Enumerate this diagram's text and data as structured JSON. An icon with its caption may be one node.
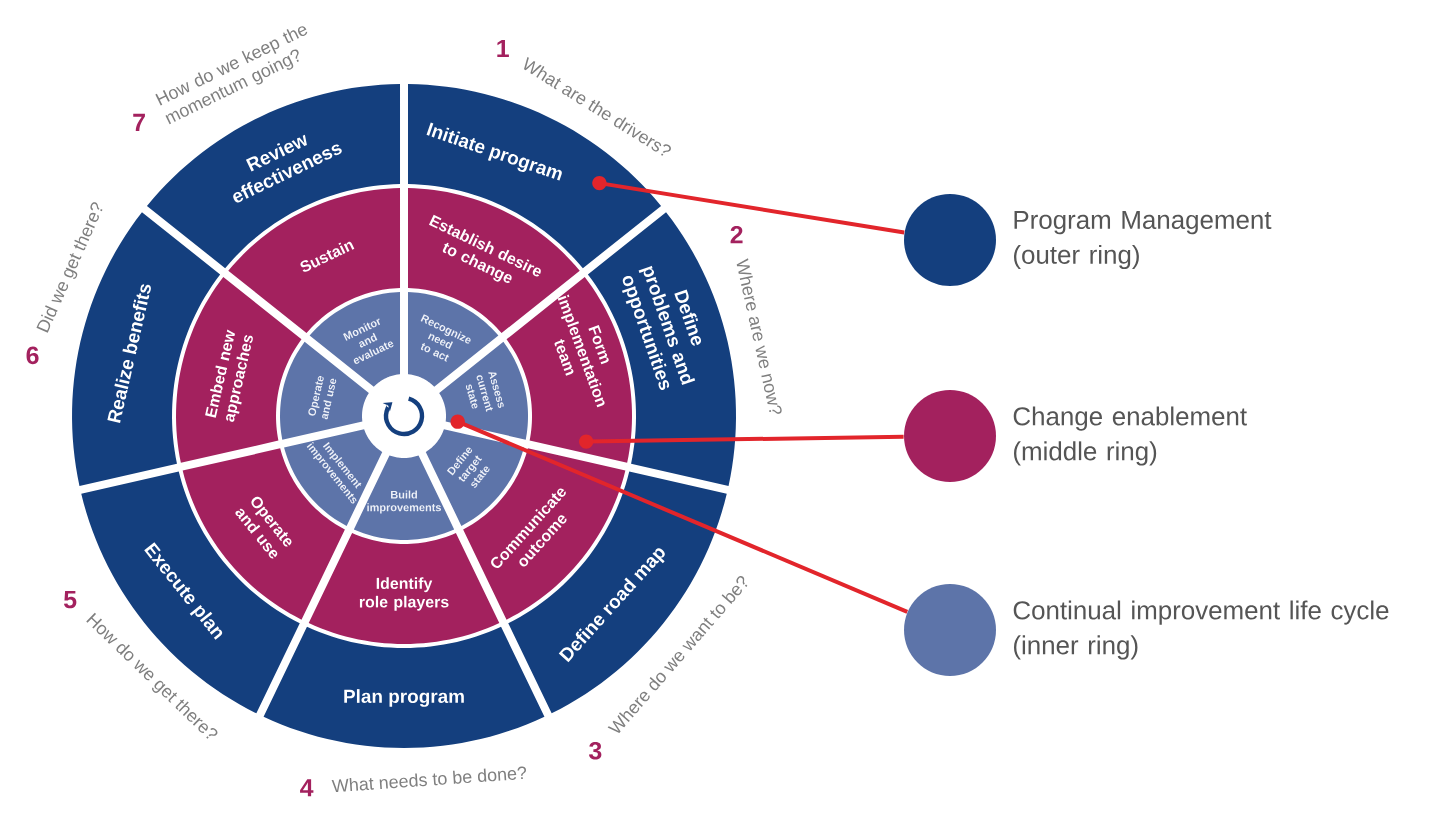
{
  "diagram": {
    "nodes": [
      {
        "text": [
          "Initiate program"
        ],
        "beside": [
          "1",
          "What are the drivers?"
        ]
      },
      {
        "text": [
          "Define problems and opportunities"
        ],
        "beside": [
          "2",
          "Where are we now?"
        ]
      },
      {
        "text": [
          "Define road map"
        ],
        "beside": [
          "3",
          "Where do we want to be?"
        ]
      },
      {
        "text": [
          "Plan program"
        ],
        "beside": [
          "4",
          "What needs to be done?"
        ]
      },
      {
        "text": [
          "Execute plan"
        ],
        "beside": [
          "5",
          "How do we get there?"
        ]
      },
      {
        "text": [
          "Realize benefits"
        ],
        "beside": [
          "6",
          "Did we get there?"
        ]
      },
      {
        "text": [
          "Review effectiveness"
        ],
        "beside": [
          "7",
          "How do we keep the momentum going?"
        ]
      },
      {
        "text": [
          "Establish desire to change"
        ]
      },
      {
        "text": [
          "Form implementation team"
        ]
      },
      {
        "text": [
          "Communicate outcome"
        ]
      },
      {
        "text": [
          "Identify role players"
        ]
      },
      {
        "text": [
          "Operate and use"
        ]
      },
      {
        "text": [
          "Embed new approaches"
        ]
      },
      {
        "text": [
          "Sustain"
        ]
      },
      {
        "text": [
          "Recognize need to act"
        ]
      },
      {
        "text": [
          "Assess current state"
        ]
      },
      {
        "text": [
          "Define target state"
        ]
      },
      {
        "text": [
          "Build improvements"
        ]
      },
      {
        "text": [
          "Implement improvements"
        ]
      },
      {
        "text": [
          "Operate and use"
        ]
      },
      {
        "text": [
          "Monitor and evaluate"
        ]
      },
      {
        "text": [],
        "shape": "circle",
        "beside": [
          "Program Management (outer ring)"
        ]
      },
      {
        "text": [],
        "shape": "circle",
        "beside": [
          "Change enablement (middle ring)"
        ]
      },
      {
        "text": [],
        "shape": "circle",
        "beside": [
          "Continual improvement life cycle (inner ring)"
        ]
      }
    ],
    "edges": [
      {
        "from": 21,
        "to": 0,
        "arrow": "other"
      },
      {
        "from": 22,
        "to": 8,
        "arrow": "other"
      },
      {
        "from": 23,
        "to": 15,
        "arrow": "other"
      }
    ]
  }
}
